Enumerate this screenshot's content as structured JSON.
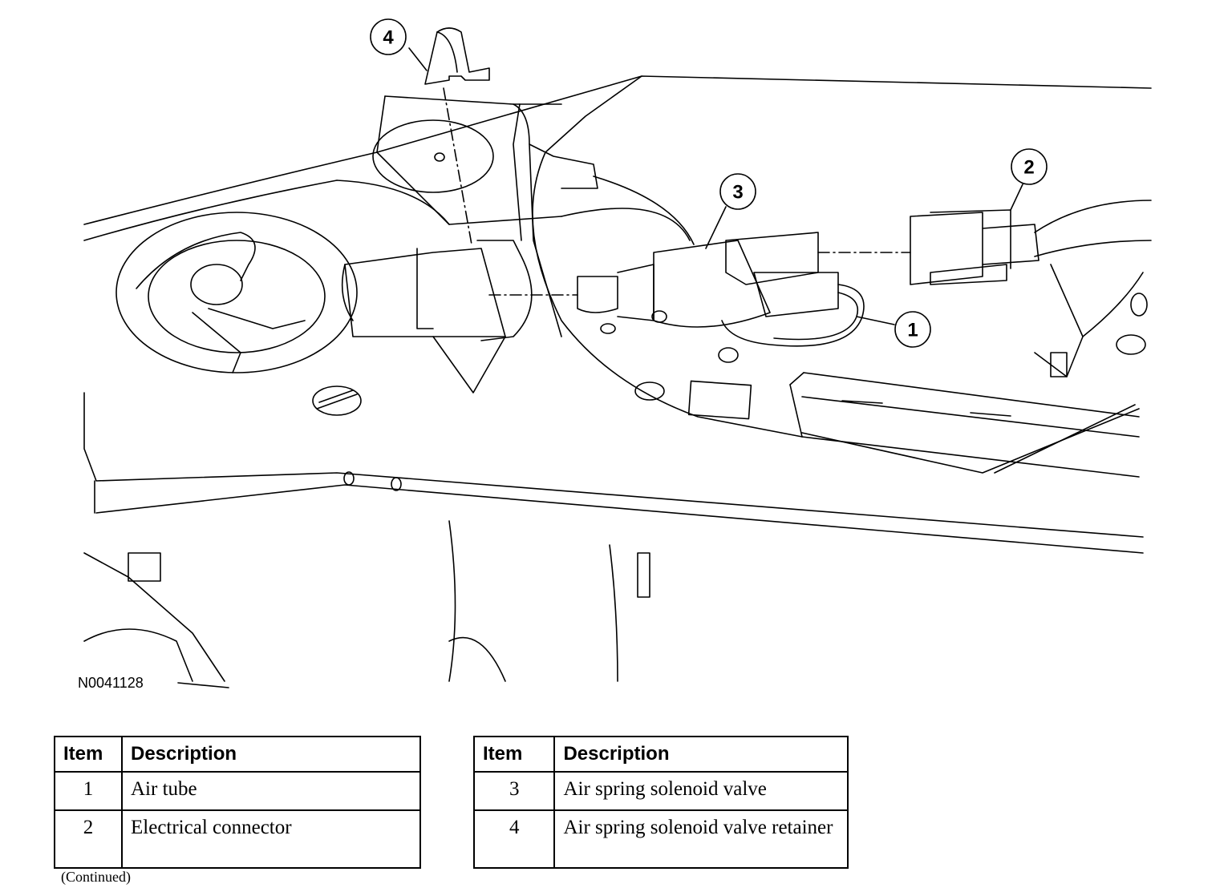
{
  "figure": {
    "id": "N0041128",
    "callouts": [
      "1",
      "2",
      "3",
      "4"
    ]
  },
  "legend_left": {
    "header_item": "Item",
    "header_description": "Description",
    "rows": [
      {
        "item": "1",
        "description": "Air tube"
      },
      {
        "item": "2",
        "description": "Electrical connector"
      }
    ]
  },
  "legend_right": {
    "header_item": "Item",
    "header_description": "Description",
    "rows": [
      {
        "item": "3",
        "description": "Air spring solenoid valve"
      },
      {
        "item": "4",
        "description": "Air spring solenoid valve retainer"
      }
    ]
  },
  "footer": {
    "continued": "(Continued)"
  }
}
